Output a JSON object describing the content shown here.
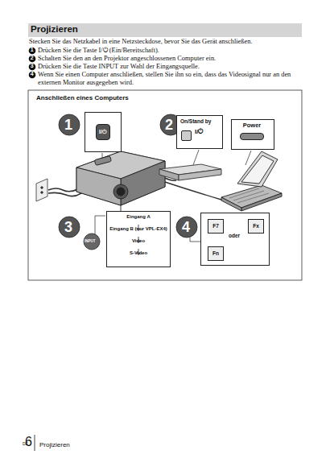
{
  "diagram": {
    "title": "Projizieren",
    "nodes": [
      {
        "text": [
          "Anschließen eines Computers"
        ]
      },
      {
        "text": [
          "I/⏻"
        ],
        "in": 0
      },
      {
        "text": [
          "On/Stand by",
          "I/⏻"
        ],
        "in": 0
      },
      {
        "text": [
          "Power"
        ],
        "in": 0
      },
      {
        "text": [
          "Eingang A",
          "Eingang B (nur VPL-EX4)",
          "Video",
          "S-Video"
        ],
        "in": 0
      },
      {
        "text": [
          "oder"
        ],
        "in": 0
      },
      {
        "text": [
          "F7"
        ],
        "in": 5
      },
      {
        "text": [
          "Fx"
        ],
        "in": 5
      },
      {
        "text": [
          "Fn"
        ],
        "in": 5
      }
    ],
    "labels": [
      "Stecken Sie das Netzkabel in eine Netzsteckdose, bevor Sie das Gerät anschließen.",
      "1",
      "Drücken Sie die Taste I/⏻ (Ein/Bereitschaft).",
      "2",
      "Schalten Sie den an den Projektor angeschlossenen Computer ein.",
      "3",
      "Drücken Sie die Taste INPUT zur Wahl der Eingangsquelle.",
      "4",
      "Wenn Sie einen Computer anschließen, stellen Sie ihn so ein, dass das Videosignal nur an den externen Monitor ausgegeben wird.",
      "1",
      "2",
      "3",
      "4",
      "INPUT",
      "+",
      "DE",
      "6",
      "Projizieren"
    ]
  }
}
